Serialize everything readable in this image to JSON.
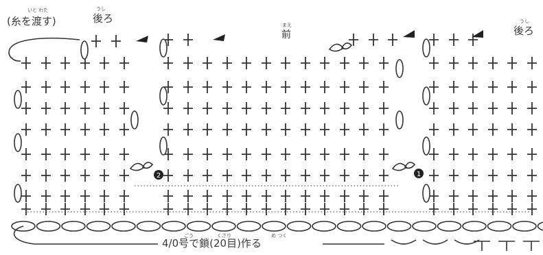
{
  "labels": {
    "thread_note": "(糸を渡す)",
    "back_1": "後ろ",
    "front": "前",
    "back_2": "後ろ",
    "chain_note": "4/0号で鎖(20目)作る"
  },
  "ruby": {
    "thread": "いと わた",
    "back_1": "うし",
    "front": "まえ",
    "back_2": "うし",
    "chain_1": "ごう",
    "chain_2": "くさり",
    "chain_3": "め つく"
  },
  "markers": {
    "two": "2",
    "one": "1"
  },
  "colors": {
    "ink": "#333333",
    "background": "#ffffff"
  }
}
